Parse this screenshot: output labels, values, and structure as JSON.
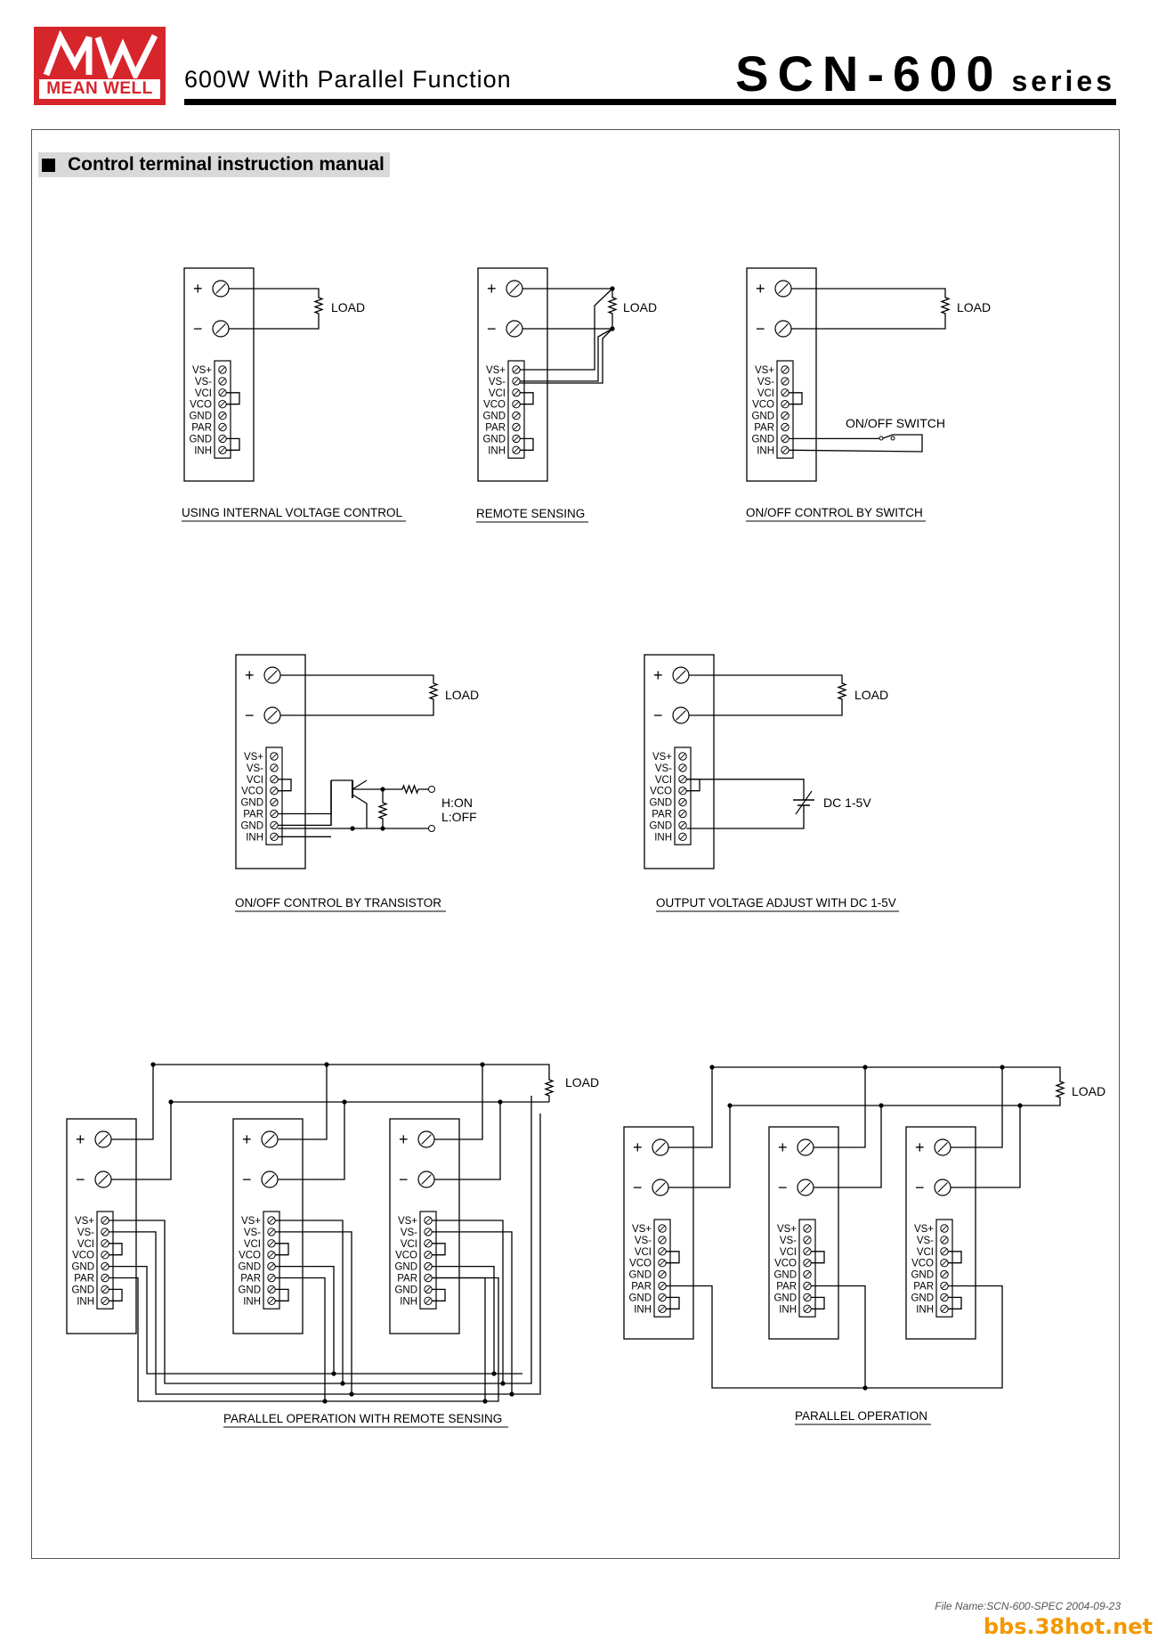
{
  "header": {
    "logo_text": "MEAN WELL",
    "logo_mark": "MW",
    "subtitle": "600W With Parallel Function",
    "model": "SCN-600",
    "series_word": "series",
    "brand_color": "#d7252c"
  },
  "section": {
    "title": "Control terminal instruction manual",
    "bullet_icon": "black-square"
  },
  "terminal": {
    "plus": "+",
    "minus": "−",
    "pins": [
      "VS+",
      "VS-",
      "VCI",
      "VCO",
      "GND",
      "PAR",
      "GND",
      "INH"
    ]
  },
  "labels": {
    "load": "LOAD",
    "switch": "ON/OFF SWITCH",
    "hon": "H:ON",
    "loff": "L:OFF",
    "dc": "DC 1-5V"
  },
  "diagrams": [
    {
      "caption": "USING INTERNAL VOLTAGE CONTROL"
    },
    {
      "caption": "REMOTE SENSING"
    },
    {
      "caption": "ON/OFF CONTROL BY SWITCH"
    },
    {
      "caption": "ON/OFF CONTROL BY TRANSISTOR"
    },
    {
      "caption": "OUTPUT VOLTAGE ADJUST WITH DC 1-5V"
    },
    {
      "caption": "PARALLEL OPERATION WITH REMOTE SENSING"
    },
    {
      "caption": "PARALLEL OPERATION"
    }
  ],
  "footer": {
    "file_name": "File Name:SCN-600-SPEC   2004-09-23",
    "watermark": "bbs.38hot.net",
    "watermark_color": "#f39800"
  }
}
